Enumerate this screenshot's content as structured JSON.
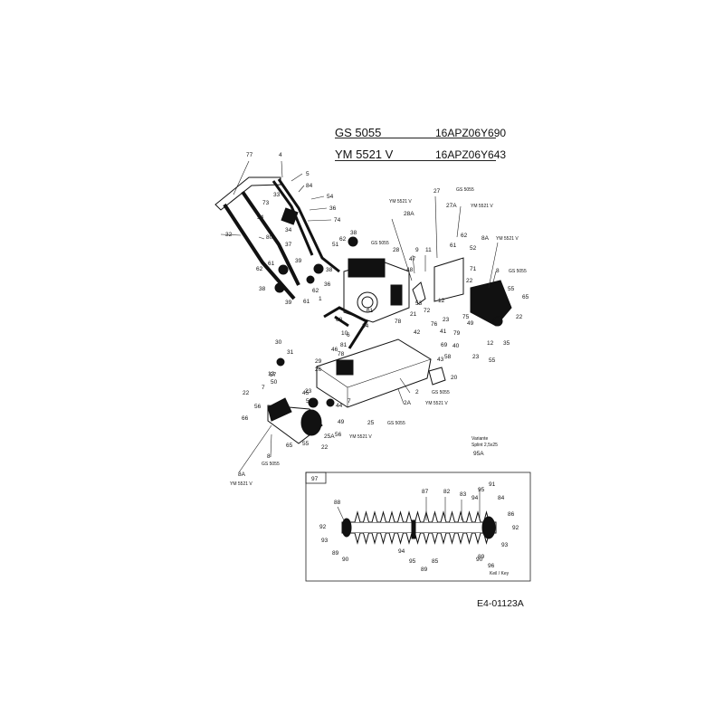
{
  "header": {
    "model1": "GS 5055",
    "code1": "16APZ06Y690",
    "model2": "YM 5521 V",
    "code2": "16APZ06Y643"
  },
  "variant_tags": {
    "gs": "GS 5055",
    "ym": "YM 5521 V"
  },
  "inset": {
    "box_label": "97",
    "variant_text_1": "Variante",
    "variant_text_2": "Splint 2,5x25",
    "variant_num": "95A",
    "key_text": "Keil / Key",
    "highlight_color": "#d4a200"
  },
  "reference": "E4-01123A",
  "callouts": [
    {
      "id": "77",
      "t": "77"
    },
    {
      "id": "4",
      "t": "4"
    },
    {
      "id": "5",
      "t": "5"
    },
    {
      "id": "84",
      "t": "84"
    },
    {
      "id": "54a",
      "t": "54"
    },
    {
      "id": "36a",
      "t": "36"
    },
    {
      "id": "74",
      "t": "74"
    },
    {
      "id": "33",
      "t": "33"
    },
    {
      "id": "73",
      "t": "73"
    },
    {
      "id": "34",
      "t": "34"
    },
    {
      "id": "54b",
      "t": "54"
    },
    {
      "id": "80",
      "t": "80"
    },
    {
      "id": "32",
      "t": "32"
    },
    {
      "id": "37",
      "t": "37"
    },
    {
      "id": "38a",
      "t": "38"
    },
    {
      "id": "62a",
      "t": "62"
    },
    {
      "id": "51",
      "t": "51"
    },
    {
      "id": "39a",
      "t": "39"
    },
    {
      "id": "61a",
      "t": "61"
    },
    {
      "id": "62b",
      "t": "62"
    },
    {
      "id": "38b",
      "t": "38"
    },
    {
      "id": "39b",
      "t": "39"
    },
    {
      "id": "61b",
      "t": "61"
    },
    {
      "id": "62c",
      "t": "62"
    },
    {
      "id": "36b",
      "t": "36"
    },
    {
      "id": "38c",
      "t": "38"
    },
    {
      "id": "1",
      "t": "1"
    },
    {
      "id": "28A",
      "t": "28A"
    },
    {
      "id": "28",
      "t": "28"
    },
    {
      "id": "27",
      "t": "27"
    },
    {
      "id": "27A",
      "t": "27A"
    },
    {
      "id": "9",
      "t": "9"
    },
    {
      "id": "11",
      "t": "11"
    },
    {
      "id": "47",
      "t": "47"
    },
    {
      "id": "48",
      "t": "48"
    },
    {
      "id": "62d",
      "t": "62"
    },
    {
      "id": "61c",
      "t": "61"
    },
    {
      "id": "52",
      "t": "52"
    },
    {
      "id": "71",
      "t": "71"
    },
    {
      "id": "8A",
      "t": "8A"
    },
    {
      "id": "8",
      "t": "8"
    },
    {
      "id": "22a",
      "t": "22"
    },
    {
      "id": "53",
      "t": "53"
    },
    {
      "id": "12a",
      "t": "12"
    },
    {
      "id": "55a",
      "t": "55"
    },
    {
      "id": "65a",
      "t": "65"
    },
    {
      "id": "75",
      "t": "75"
    },
    {
      "id": "22b",
      "t": "22"
    },
    {
      "id": "61d",
      "t": "61"
    },
    {
      "id": "68",
      "t": "68"
    },
    {
      "id": "21",
      "t": "21"
    },
    {
      "id": "78a",
      "t": "78"
    },
    {
      "id": "72",
      "t": "72"
    },
    {
      "id": "24",
      "t": "24"
    },
    {
      "id": "23a",
      "t": "23"
    },
    {
      "id": "76",
      "t": "76"
    },
    {
      "id": "79",
      "t": "79"
    },
    {
      "id": "41",
      "t": "41"
    },
    {
      "id": "42",
      "t": "42"
    },
    {
      "id": "69",
      "t": "69"
    },
    {
      "id": "40",
      "t": "40"
    },
    {
      "id": "49a",
      "t": "49"
    },
    {
      "id": "12b",
      "t": "12"
    },
    {
      "id": "35",
      "t": "35"
    },
    {
      "id": "58",
      "t": "58"
    },
    {
      "id": "23b",
      "t": "23"
    },
    {
      "id": "55b",
      "t": "55"
    },
    {
      "id": "10",
      "t": "10"
    },
    {
      "id": "81",
      "t": "81"
    },
    {
      "id": "6",
      "t": "6"
    },
    {
      "id": "30",
      "t": "30"
    },
    {
      "id": "31",
      "t": "31"
    },
    {
      "id": "46",
      "t": "46"
    },
    {
      "id": "78b",
      "t": "78"
    },
    {
      "id": "29",
      "t": "29"
    },
    {
      "id": "13",
      "t": "13"
    },
    {
      "id": "26",
      "t": "26"
    },
    {
      "id": "43",
      "t": "43"
    },
    {
      "id": "20",
      "t": "20"
    },
    {
      "id": "57",
      "t": "57"
    },
    {
      "id": "50a",
      "t": "50"
    },
    {
      "id": "22c",
      "t": "22"
    },
    {
      "id": "7a",
      "t": "7"
    },
    {
      "id": "23c",
      "t": "23"
    },
    {
      "id": "45",
      "t": "45"
    },
    {
      "id": "50b",
      "t": "50"
    },
    {
      "id": "44",
      "t": "44"
    },
    {
      "id": "7b",
      "t": "7"
    },
    {
      "id": "2",
      "t": "2"
    },
    {
      "id": "2A",
      "t": "2A"
    },
    {
      "id": "56a",
      "t": "56"
    },
    {
      "id": "66",
      "t": "66"
    },
    {
      "id": "49b",
      "t": "49"
    },
    {
      "id": "25",
      "t": "25"
    },
    {
      "id": "25A",
      "t": "25A"
    },
    {
      "id": "65b",
      "t": "65"
    },
    {
      "id": "55c",
      "t": "55"
    },
    {
      "id": "22d",
      "t": "22"
    },
    {
      "id": "56b",
      "t": "56"
    },
    {
      "id": "8b",
      "t": "8"
    },
    {
      "id": "8Ab",
      "t": "8A"
    },
    {
      "id": "91",
      "t": "91"
    },
    {
      "id": "87",
      "t": "87"
    },
    {
      "id": "82",
      "t": "82"
    },
    {
      "id": "83",
      "t": "83"
    },
    {
      "id": "95a",
      "t": "95"
    },
    {
      "id": "94a",
      "t": "94"
    },
    {
      "id": "84b",
      "t": "84"
    },
    {
      "id": "88",
      "t": "88"
    },
    {
      "id": "86",
      "t": "86"
    },
    {
      "id": "92a",
      "t": "92"
    },
    {
      "id": "92b",
      "t": "92"
    },
    {
      "id": "93a",
      "t": "93"
    },
    {
      "id": "93b",
      "t": "93"
    },
    {
      "id": "89a",
      "t": "89"
    },
    {
      "id": "89b",
      "t": "89"
    },
    {
      "id": "94b",
      "t": "94"
    },
    {
      "id": "90a",
      "t": "90"
    },
    {
      "id": "90b",
      "t": "90"
    },
    {
      "id": "95b",
      "t": "95"
    },
    {
      "id": "85",
      "t": "85"
    },
    {
      "id": "89c",
      "t": "89"
    },
    {
      "id": "96",
      "t": "96"
    }
  ]
}
